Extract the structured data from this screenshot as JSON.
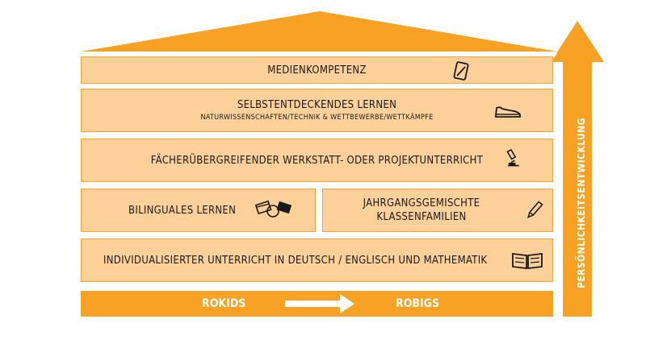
{
  "colors": {
    "accent": "#F7A125",
    "block_fill": "#FFD19A",
    "text": "#1a1a1a"
  },
  "blocks": {
    "medien": {
      "label": "MEDIENKOMPETENZ",
      "icon": "tablet-pen-icon"
    },
    "selbst": {
      "label": "SELBSTENTDECKENDES LERNEN",
      "sub": "NATURWISSENSCHAFTEN/TECHNIK & WETTBEWERBE/WETTKÄMPFE",
      "icon": "sneaker-icon"
    },
    "faecher": {
      "label": "FÄCHERÜBERGREIFENDER WERKSTATT- ODER PROJEKTUNTERRICHT",
      "icon": "microscope-icon"
    },
    "bilingual": {
      "label": "BILINGUALES LERNEN",
      "icon": "flags-globe-icon"
    },
    "jahrgang": {
      "label_line1": "JAHRGANGSGEMISCHTE",
      "label_line2": "KLASSENFAMILIEN",
      "icon": "pencil-icon"
    },
    "individuell": {
      "label": "INDIVIDUALISIERTER UNTERRICHT IN DEUTSCH / ENGLISCH UND MATHEMATIK",
      "icon": "open-book-icon"
    }
  },
  "base": {
    "left": "ROKIDS",
    "right": "ROBIGS",
    "icon": "arrow-right-icon"
  },
  "side_arrow": {
    "label": "PERSÖNLICHKEITSENTWICKLUNG",
    "icon": "arrow-up-icon"
  }
}
